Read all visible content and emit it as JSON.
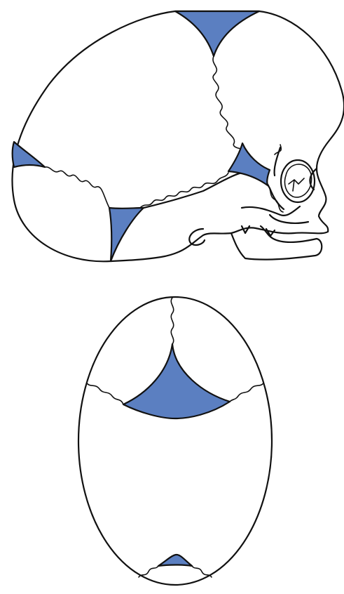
{
  "figure": {
    "views": [
      {
        "id": "lateral-view"
      },
      {
        "id": "superior-view"
      }
    ],
    "colors": {
      "fontanelle_fill": "#5b7fc1",
      "line": "#111111",
      "background": "#ffffff"
    },
    "fontanelles": {
      "lateral": [
        "anterior",
        "posterior",
        "sphenoidal",
        "mastoid"
      ],
      "superior": [
        "anterior",
        "posterior"
      ]
    }
  }
}
